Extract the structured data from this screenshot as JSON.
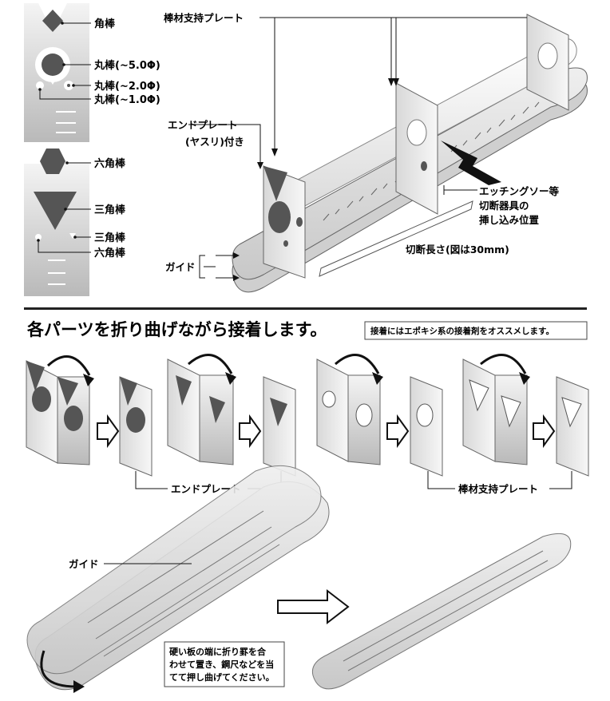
{
  "top_left": {
    "kakubou": "角棒",
    "marubou_50": "丸棒(~5.0Φ)",
    "marubou_20": "丸棒(~2.0Φ)",
    "marubou_10": "丸棒(~1.0Φ)",
    "rokkakubou": "六角棒",
    "sankakubou": "三角棒",
    "sankakubou_small": "三角棒",
    "rokkakubou_small": "六角棒"
  },
  "top_right": {
    "support_plate": "棒材支持プレート",
    "end_plate_line1": "エンドプレート",
    "end_plate_line2": "(ヤスリ)付き",
    "saw_line1": "エッチングソー等",
    "saw_line2": "切断器具の",
    "saw_line3": "挿し込み位置",
    "cut_length": "切断長さ(図は30mm)",
    "guide": "ガイド"
  },
  "assembly": {
    "heading": "各パーツを折り曲げながら接着します。",
    "adhesive_note": "接着にはエポキシ系の接着剤をオススメします。",
    "end_plate_label": "エンドプレート",
    "support_plate_label": "棒材支持プレート"
  },
  "guide_section": {
    "guide_label": "ガイド",
    "fold_note_line1": "硬い板の端に折り罫を合",
    "fold_note_line2": "わせて置き、鋼尺などを当",
    "fold_note_line3": "てて押し曲げてください。"
  }
}
